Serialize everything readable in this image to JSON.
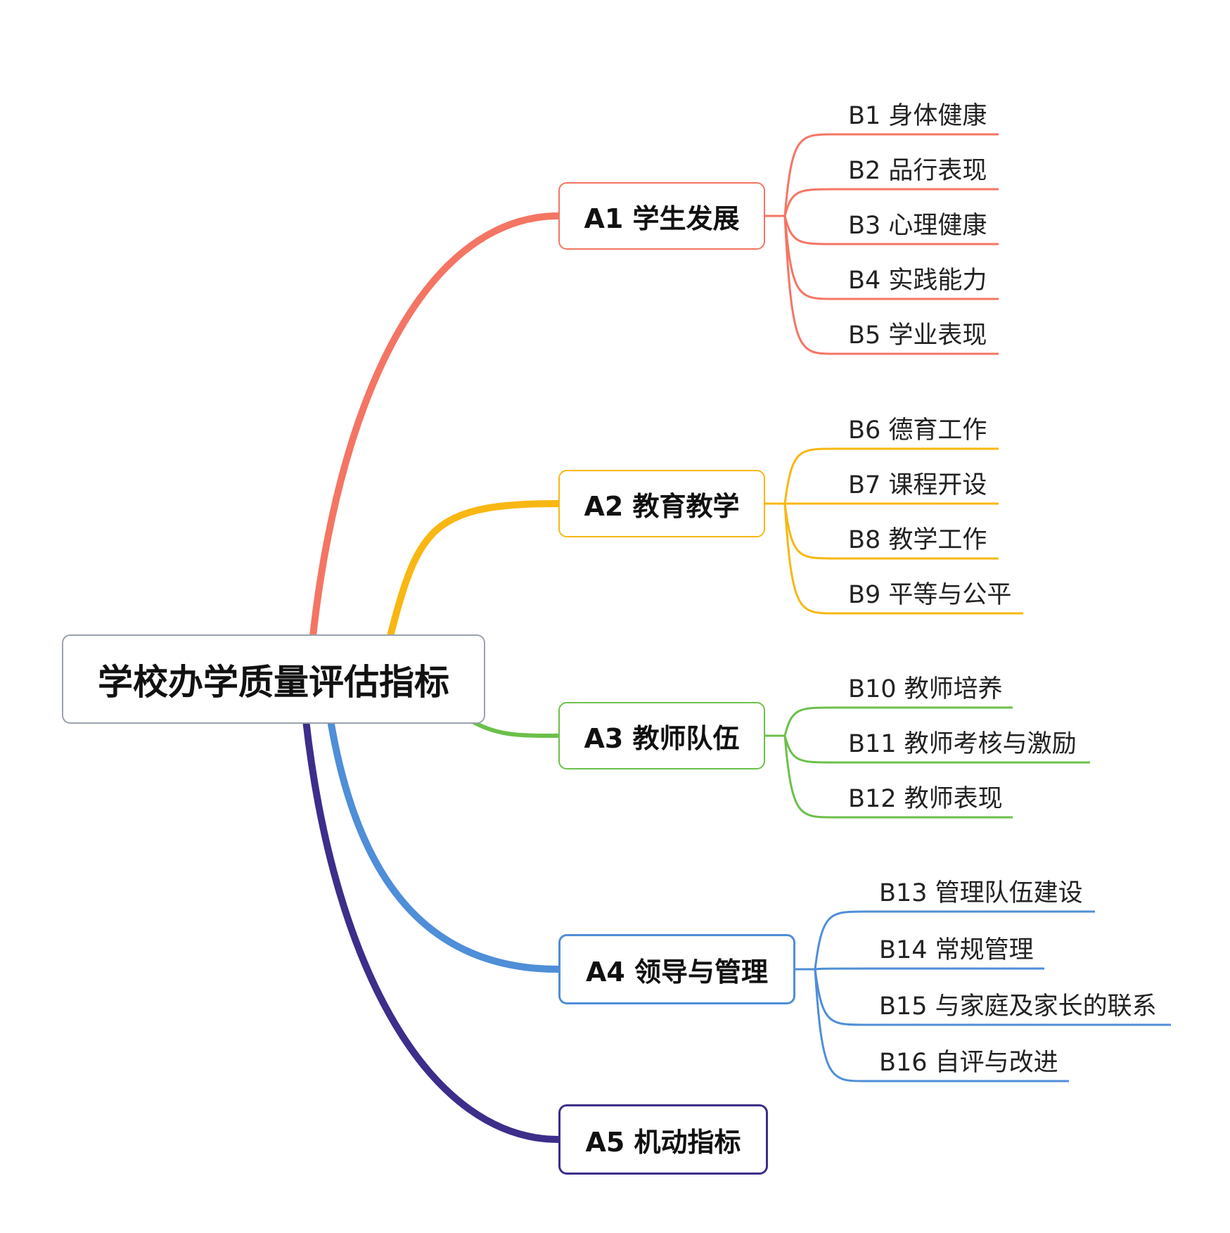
{
  "root": {
    "label": "学校办学质量评估指标"
  },
  "branches": [
    {
      "label": "A1 学生发展",
      "color": "#f47563",
      "children": [
        "B1 身体健康",
        "B2 品行表现",
        "B3 心理健康",
        "B4 实践能力",
        "B5 学业表现"
      ]
    },
    {
      "label": "A2 教育教学",
      "color": "#f8b712",
      "children": [
        "B6 德育工作",
        "B7 课程开设",
        "B8 教学工作",
        "B9 平等与公平"
      ]
    },
    {
      "label": "A3 教师队伍",
      "color": "#6cc04a",
      "children": [
        "B10 教师培养",
        "B11 教师考核与激励",
        "B12 教师表现"
      ]
    },
    {
      "label": "A4 领导与管理",
      "color": "#4f8ed8",
      "children": [
        "B13 管理队伍建设",
        "B14 常规管理",
        "B15 与家庭及家长的联系",
        "B16 自评与改进"
      ]
    },
    {
      "label": "A5 机动指标",
      "color": "#3c2e8a",
      "children": []
    }
  ]
}
